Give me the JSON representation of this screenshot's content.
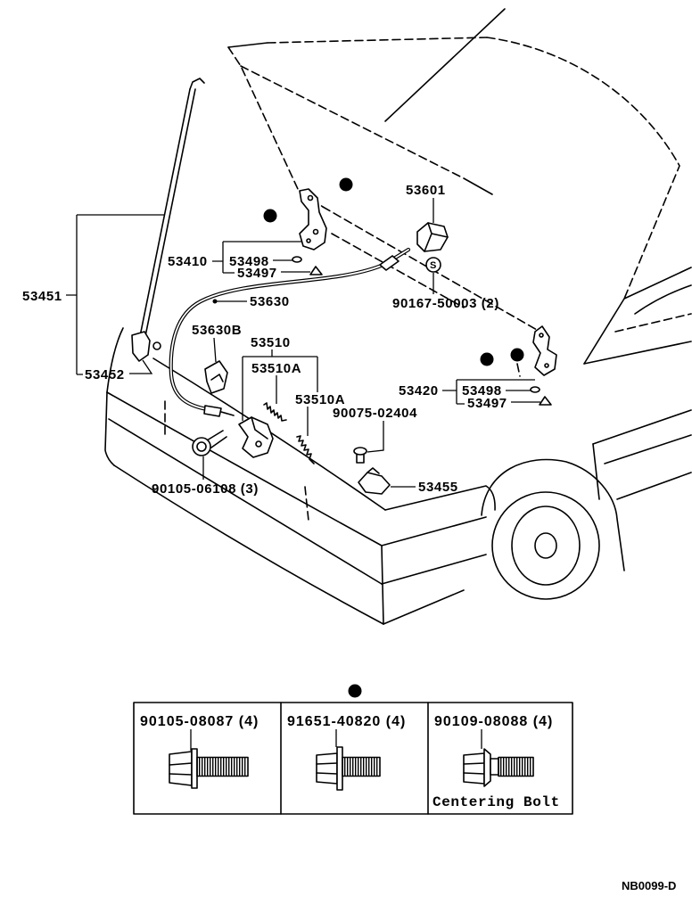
{
  "callouts": {
    "c53601": "53601",
    "c53410": "53410",
    "c53498_left": "53498",
    "c53497_left": "53497",
    "c90167": "90167-50003 (2)",
    "c53451": "53451",
    "c53452": "53452",
    "c53630": "53630",
    "c53630b": "53630B",
    "c53510": "53510",
    "c53510a_upper": "53510A",
    "c53510a_lower": "53510A",
    "c53420": "53420",
    "c53498_right": "53498",
    "c53497_right": "53497",
    "c90075": "90075-02404",
    "c90105_06108": "90105-06108 (3)",
    "c53455": "53455"
  },
  "symbols": {
    "circled_s": "S"
  },
  "bolt_table": {
    "columns": [
      {
        "part_number": "90105-08087 (4)"
      },
      {
        "part_number": "91651-40820 (4)"
      },
      {
        "part_number": "90109-08088 (4)",
        "note": "Centering Bolt"
      }
    ]
  },
  "footer": {
    "drawing_code": "NB0099-D"
  }
}
